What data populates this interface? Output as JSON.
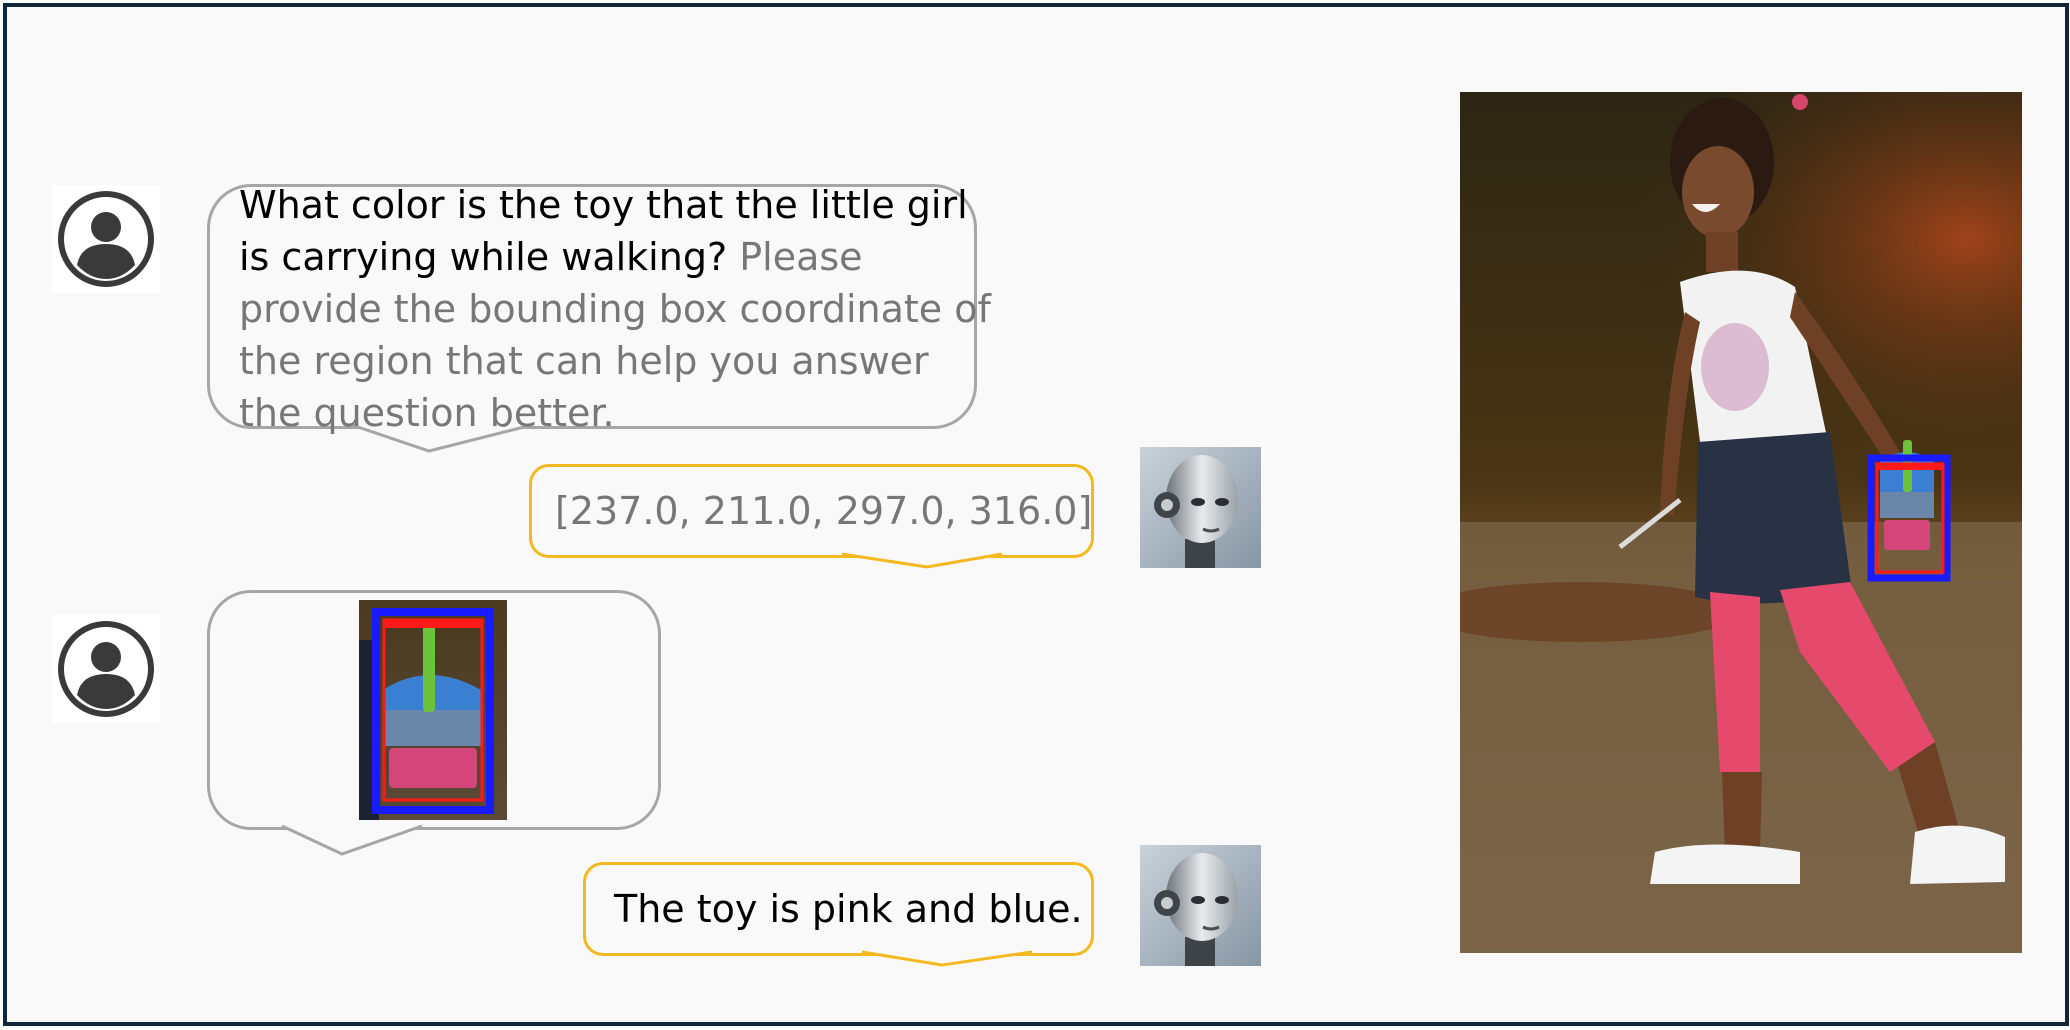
{
  "conversation": {
    "question": "What color is the toy that the little girl is carrying while walking?",
    "instruction": "Please provide the bounding box coordinate of the region that can help you answer the question better.",
    "bbox_answer": "[237.0, 211.0, 297.0, 316.0]",
    "final_answer": "The toy is pink and blue."
  },
  "icons": {
    "user_avatar": "user-avatar-icon",
    "assistant_avatar": "robot-head-icon"
  },
  "colors": {
    "user_bubble_border": "#a6a6a6",
    "assistant_bubble_border": "#f4b920",
    "bbox_outer": "#1a1aff",
    "bbox_inner": "#ff1a1a",
    "instruction_text": "#777777",
    "frame_border": "#12263a"
  }
}
